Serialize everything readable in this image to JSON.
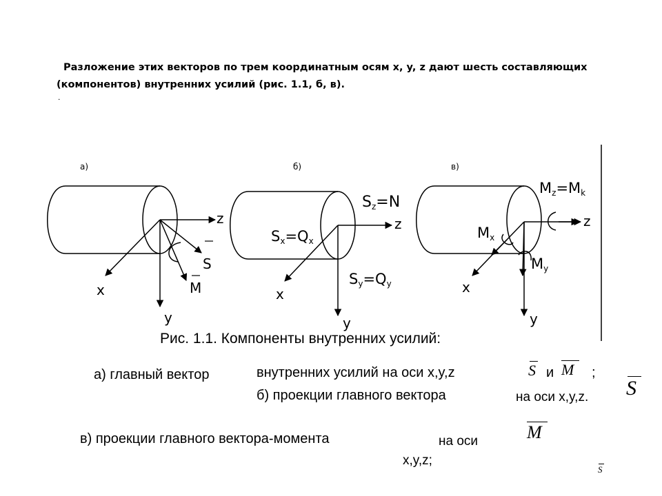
{
  "intro": {
    "line1": "Разложение этих векторов по трем координатным осям x, y, z  дают шесть составляющих",
    "line2": "(компонентов) внутренних усилий (рис. 1.1, б, в).",
    "dot": "."
  },
  "figure": {
    "panels": [
      {
        "label": "а)",
        "z": "z",
        "x": "x",
        "y": "y",
        "S": "S",
        "M": "M"
      },
      {
        "label": "б)",
        "z": "z",
        "x": "x",
        "y": "y",
        "Sz": "S",
        "Sz_sub": "z",
        "Sz_eq": "=N",
        "Sx": "S",
        "Sx_sub": "x",
        "Sx_eq": "=Q",
        "Sx_eq_sub": "x",
        "Sy": "S",
        "Sy_sub": "y",
        "Sy_eq": "=Q",
        "Sy_eq_sub": "y"
      },
      {
        "label": "в)",
        "z": "z",
        "x": "x",
        "y": "y",
        "Mz": "M",
        "Mz_sub": "z",
        "Mz_eq": "=M",
        "Mz_eq_sub": "k",
        "Mx": "M",
        "Mx_sub": "x",
        "My": "M",
        "My_sub": "y"
      }
    ],
    "caption": "Рис. 1.1. Компоненты внутренних усилий:"
  },
  "legend": {
    "a_prefix": "а) главный вектор",
    "a_text": "внутренних усилий на оси x,y,z",
    "a_S": "S",
    "a_and": "и",
    "a_M": "M",
    "a_semicolon": ";",
    "b_text": "б) проекции главного вектора",
    "b_axes": "на оси x,y,z.",
    "b_S": "S",
    "c_text": "в) проекции главного вектора-момента",
    "c_axes1": "на оси",
    "c_M": "M",
    "c_axes2": "x,y,z;",
    "small_S": "S"
  }
}
